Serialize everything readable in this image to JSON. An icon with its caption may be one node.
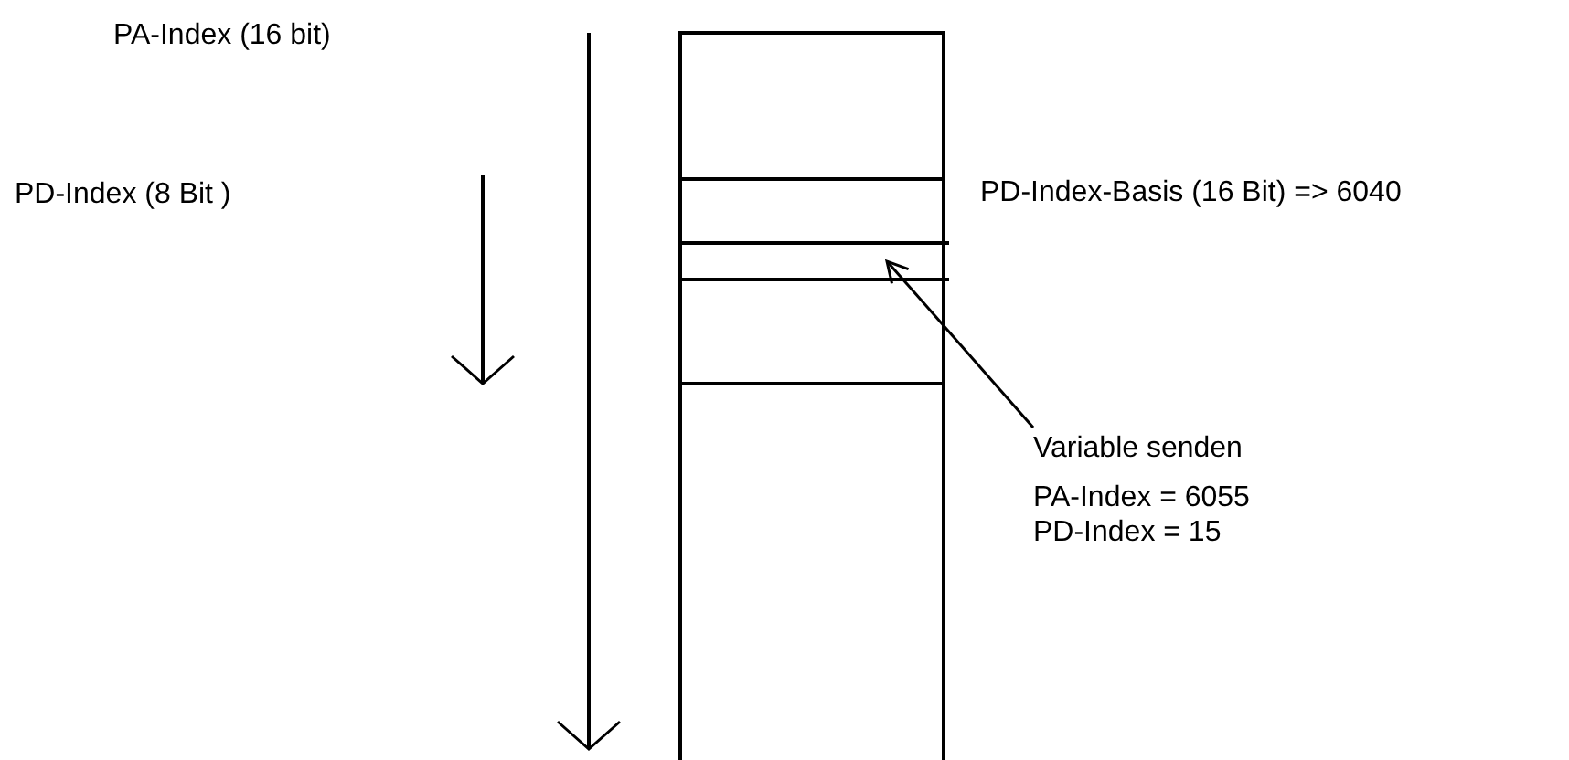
{
  "diagram": {
    "nodes": [
      {
        "text": [],
        "shape": "box"
      },
      {
        "text": [],
        "shape": "box",
        "in": 0
      },
      {
        "text": [
          "Variable senden",
          "PA-Index = 6055 PD-Index = 15"
        ]
      }
    ],
    "edges": [
      {
        "from": 2,
        "to": 1,
        "arrow": "to"
      }
    ],
    "labels": [
      "PA-Index (16 bit)",
      "PD-Index (8 Bit )",
      "PD-Index-Basis (16 Bit) => 6040"
    ]
  }
}
